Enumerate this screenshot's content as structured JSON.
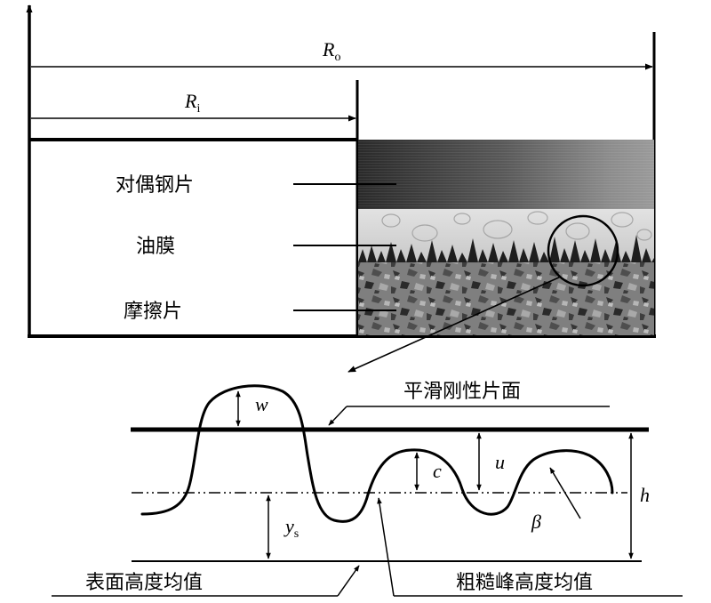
{
  "top": {
    "r_outer": {
      "symbol": "R",
      "sub": "o"
    },
    "r_inner": {
      "symbol": "R",
      "sub": "i"
    },
    "layers": [
      "对偶钢片",
      "油膜",
      "摩擦片"
    ]
  },
  "detail": {
    "smooth_plane": "平滑刚性片面",
    "surface_mean": "表面高度均值",
    "asperity_mean": "粗糙峰高度均值",
    "w": "w",
    "u": "u",
    "c": "c",
    "h": "h",
    "beta": "β",
    "ys": {
      "symbol": "y",
      "sub": "s"
    }
  }
}
